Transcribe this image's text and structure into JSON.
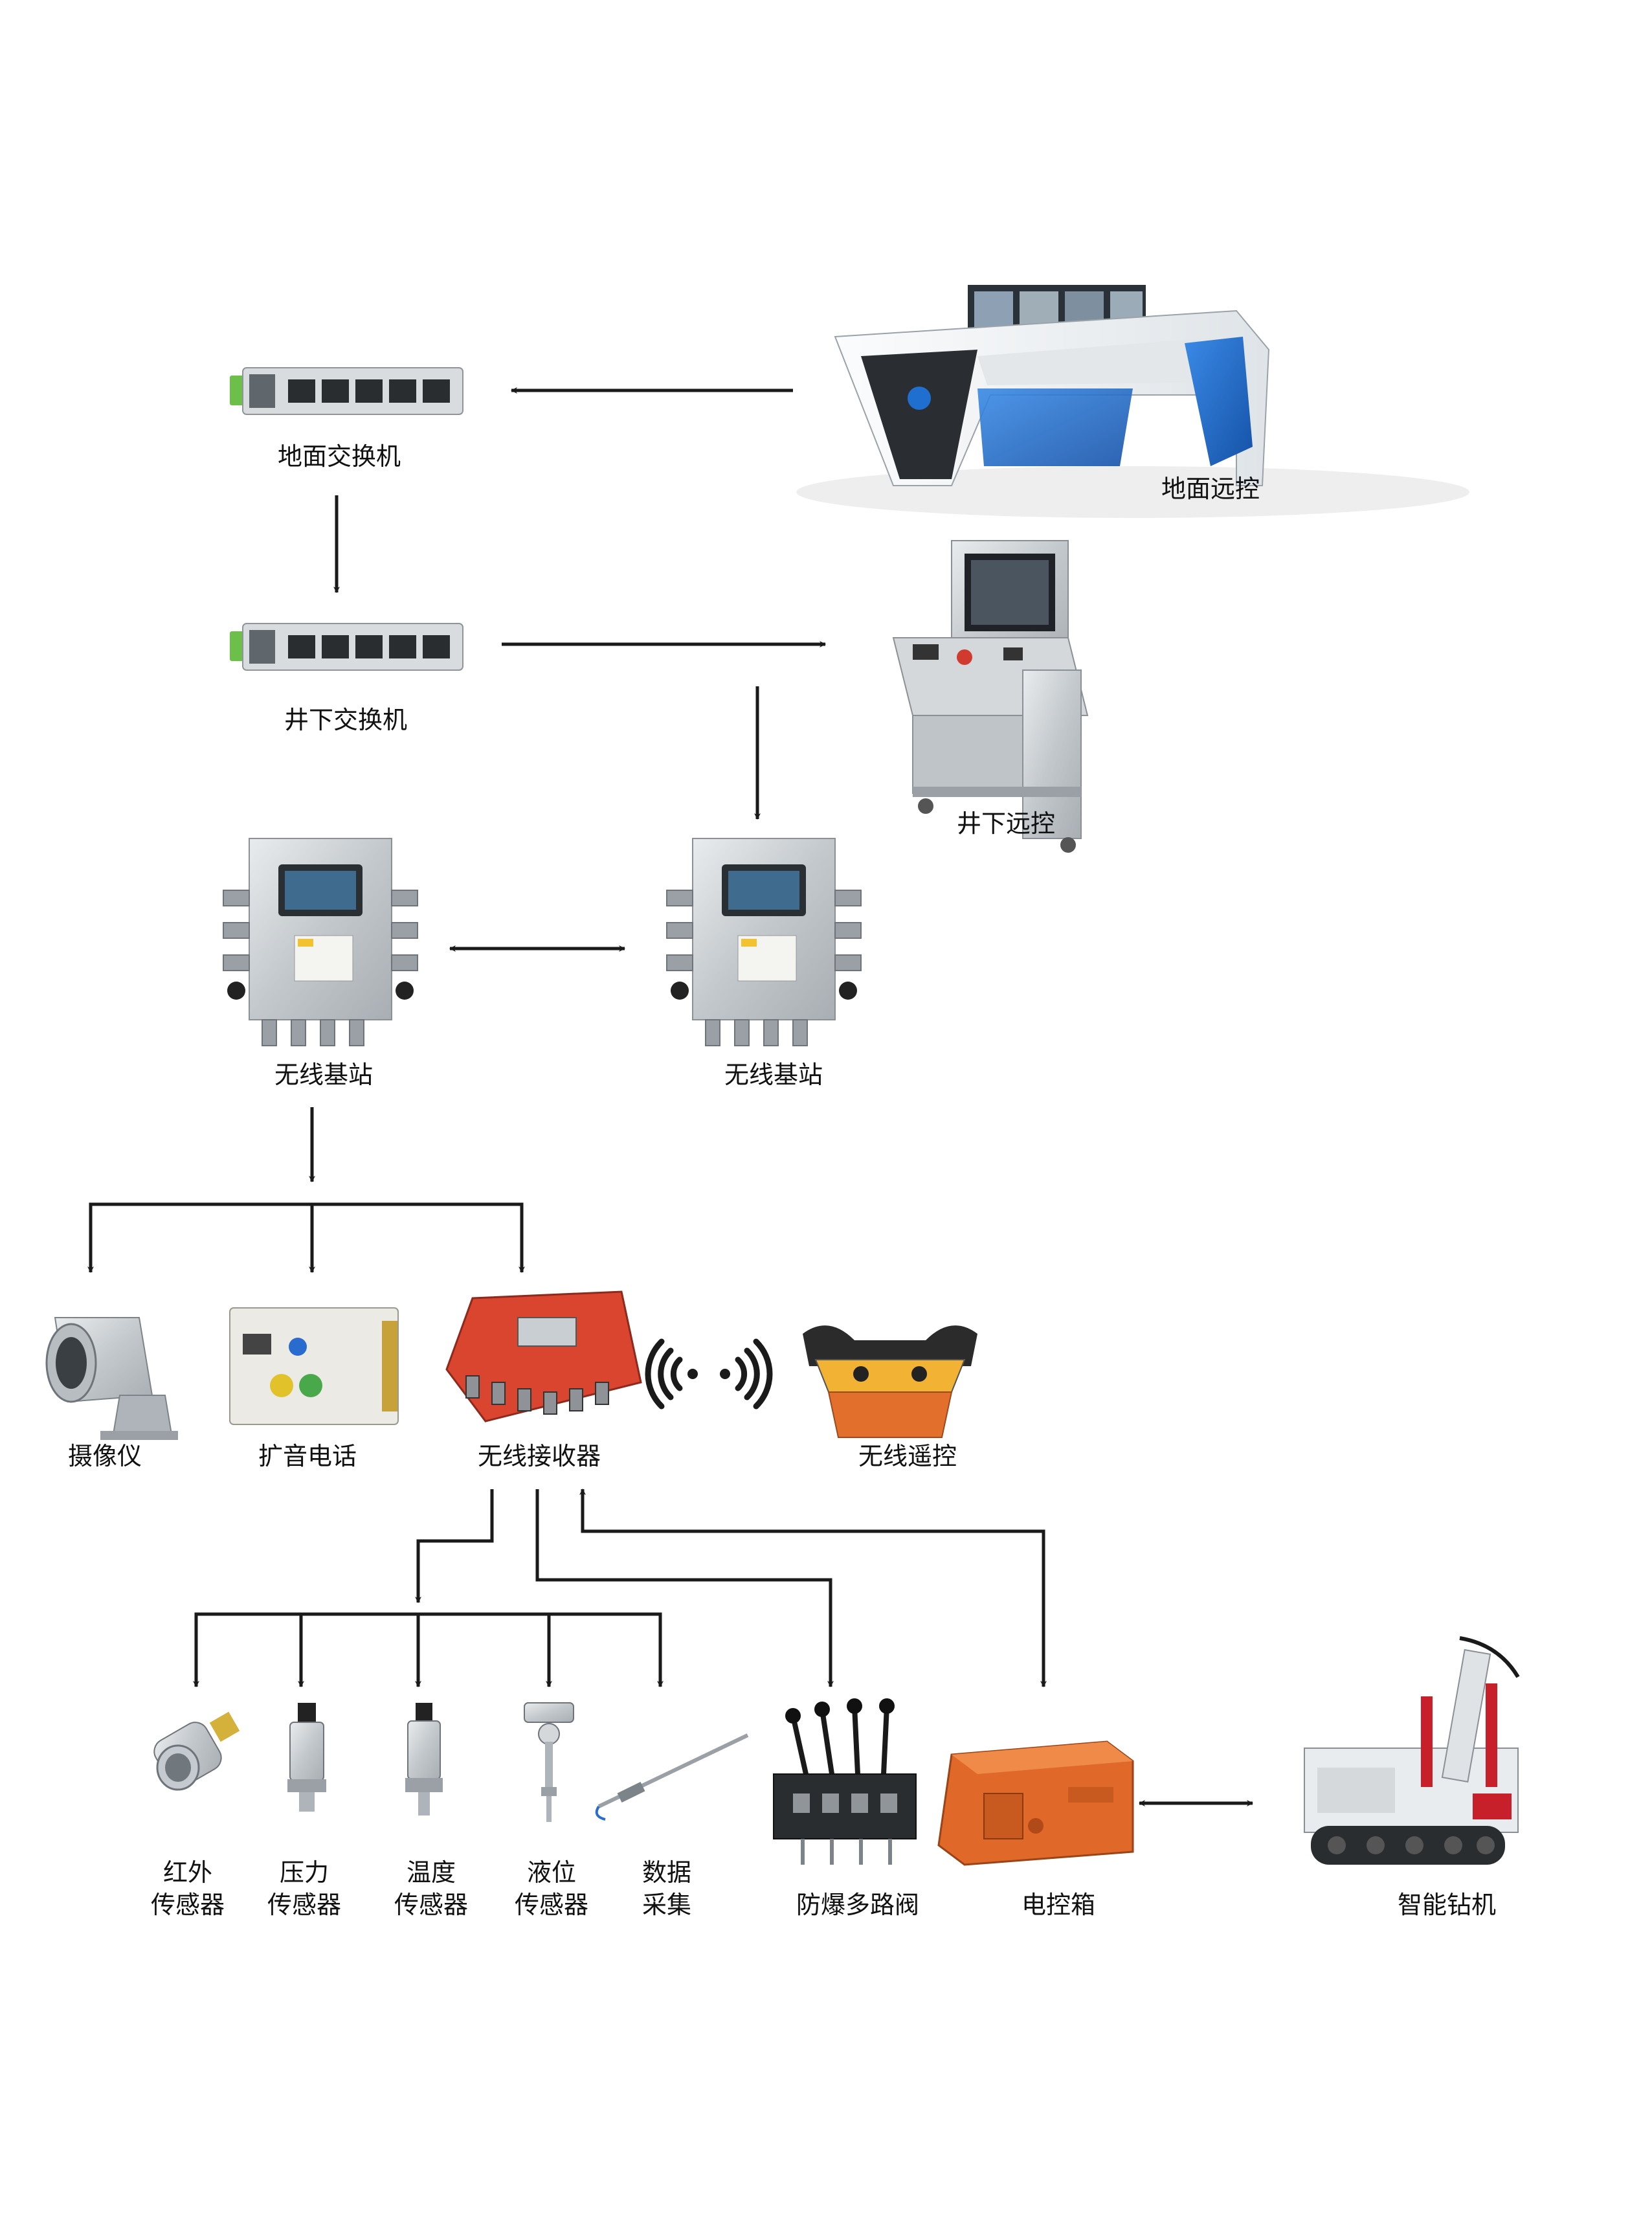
{
  "colors": {
    "line": "#1a1a1a",
    "metal": "#c9cdd1",
    "steel_dark": "#7d8489",
    "switch_body": "#d9dcdf",
    "switch_green": "#6cc04a",
    "desk_white": "#eef1f4",
    "desk_blue": "#1e6fd0",
    "receiver_red": "#d9452f",
    "remote_orange": "#e2702c",
    "remote_yellow": "#f2b233",
    "control_box_orange": "#e0692a",
    "drill_red": "#c8202a"
  },
  "nodes": {
    "ground_switch": {
      "label": "地面交换机",
      "icon": "network-switch-icon"
    },
    "underground_switch": {
      "label": "井下交换机",
      "icon": "network-switch-icon"
    },
    "ground_remote": {
      "label": "地面远控",
      "icon": "control-desk-icon"
    },
    "underground_remote": {
      "label": "井下远控",
      "icon": "control-cabinet-icon"
    },
    "base_station_1": {
      "label": "无线基站",
      "icon": "base-station-icon"
    },
    "base_station_2": {
      "label": "无线基站",
      "icon": "base-station-icon"
    },
    "camera": {
      "label": "摄像仪",
      "icon": "camera-icon"
    },
    "phone": {
      "label": "扩音电话",
      "icon": "intercom-phone-icon"
    },
    "receiver": {
      "label": "无线接收器",
      "icon": "receiver-box-icon"
    },
    "wireless_remote": {
      "label": "无线遥控",
      "icon": "remote-controller-icon"
    },
    "infrared_sensor": {
      "label_line1": "红外",
      "label_line2": "传感器",
      "icon": "infrared-sensor-icon"
    },
    "pressure_sensor": {
      "label_line1": "压力",
      "label_line2": "传感器",
      "icon": "pressure-sensor-icon"
    },
    "temperature_sensor": {
      "label_line1": "温度",
      "label_line2": "传感器",
      "icon": "temperature-sensor-icon"
    },
    "level_sensor": {
      "label_line1": "液位",
      "label_line2": "传感器",
      "icon": "level-sensor-icon"
    },
    "data_acquisition": {
      "label_line1": "数据",
      "label_line2": "采集",
      "icon": "probe-rod-icon"
    },
    "valve": {
      "label": "防爆多路阀",
      "icon": "multi-valve-icon"
    },
    "control_box": {
      "label": "电控箱",
      "icon": "electric-control-box-icon"
    },
    "drill": {
      "label": "智能钻机",
      "icon": "drilling-rig-icon"
    }
  },
  "wireless_icon": "wireless-signal-icon",
  "edges": [
    {
      "from": "ground_remote",
      "to": "ground_switch",
      "direction": "one-way"
    },
    {
      "from": "ground_switch",
      "to": "underground_switch",
      "direction": "one-way"
    },
    {
      "from": "underground_switch",
      "to": "underground_remote",
      "direction": "one-way"
    },
    {
      "from": "underground_switch",
      "to": "base_station_2",
      "direction": "one-way"
    },
    {
      "from": "base_station_1",
      "to": "base_station_2",
      "direction": "two-way"
    },
    {
      "from": "base_station_1",
      "to": "camera",
      "direction": "one-way"
    },
    {
      "from": "base_station_1",
      "to": "phone",
      "direction": "one-way"
    },
    {
      "from": "base_station_1",
      "to": "receiver",
      "direction": "one-way"
    },
    {
      "from": "receiver",
      "to": "wireless_remote",
      "direction": "wireless"
    },
    {
      "from": "receiver",
      "to": "infrared_sensor",
      "direction": "one-way"
    },
    {
      "from": "receiver",
      "to": "pressure_sensor",
      "direction": "one-way"
    },
    {
      "from": "receiver",
      "to": "temperature_sensor",
      "direction": "one-way"
    },
    {
      "from": "receiver",
      "to": "level_sensor",
      "direction": "one-way"
    },
    {
      "from": "receiver",
      "to": "data_acquisition",
      "direction": "one-way"
    },
    {
      "from": "receiver",
      "to": "valve",
      "direction": "one-way"
    },
    {
      "from": "control_box",
      "to": "receiver",
      "direction": "two-way"
    },
    {
      "from": "control_box",
      "to": "drill",
      "direction": "two-way"
    }
  ]
}
